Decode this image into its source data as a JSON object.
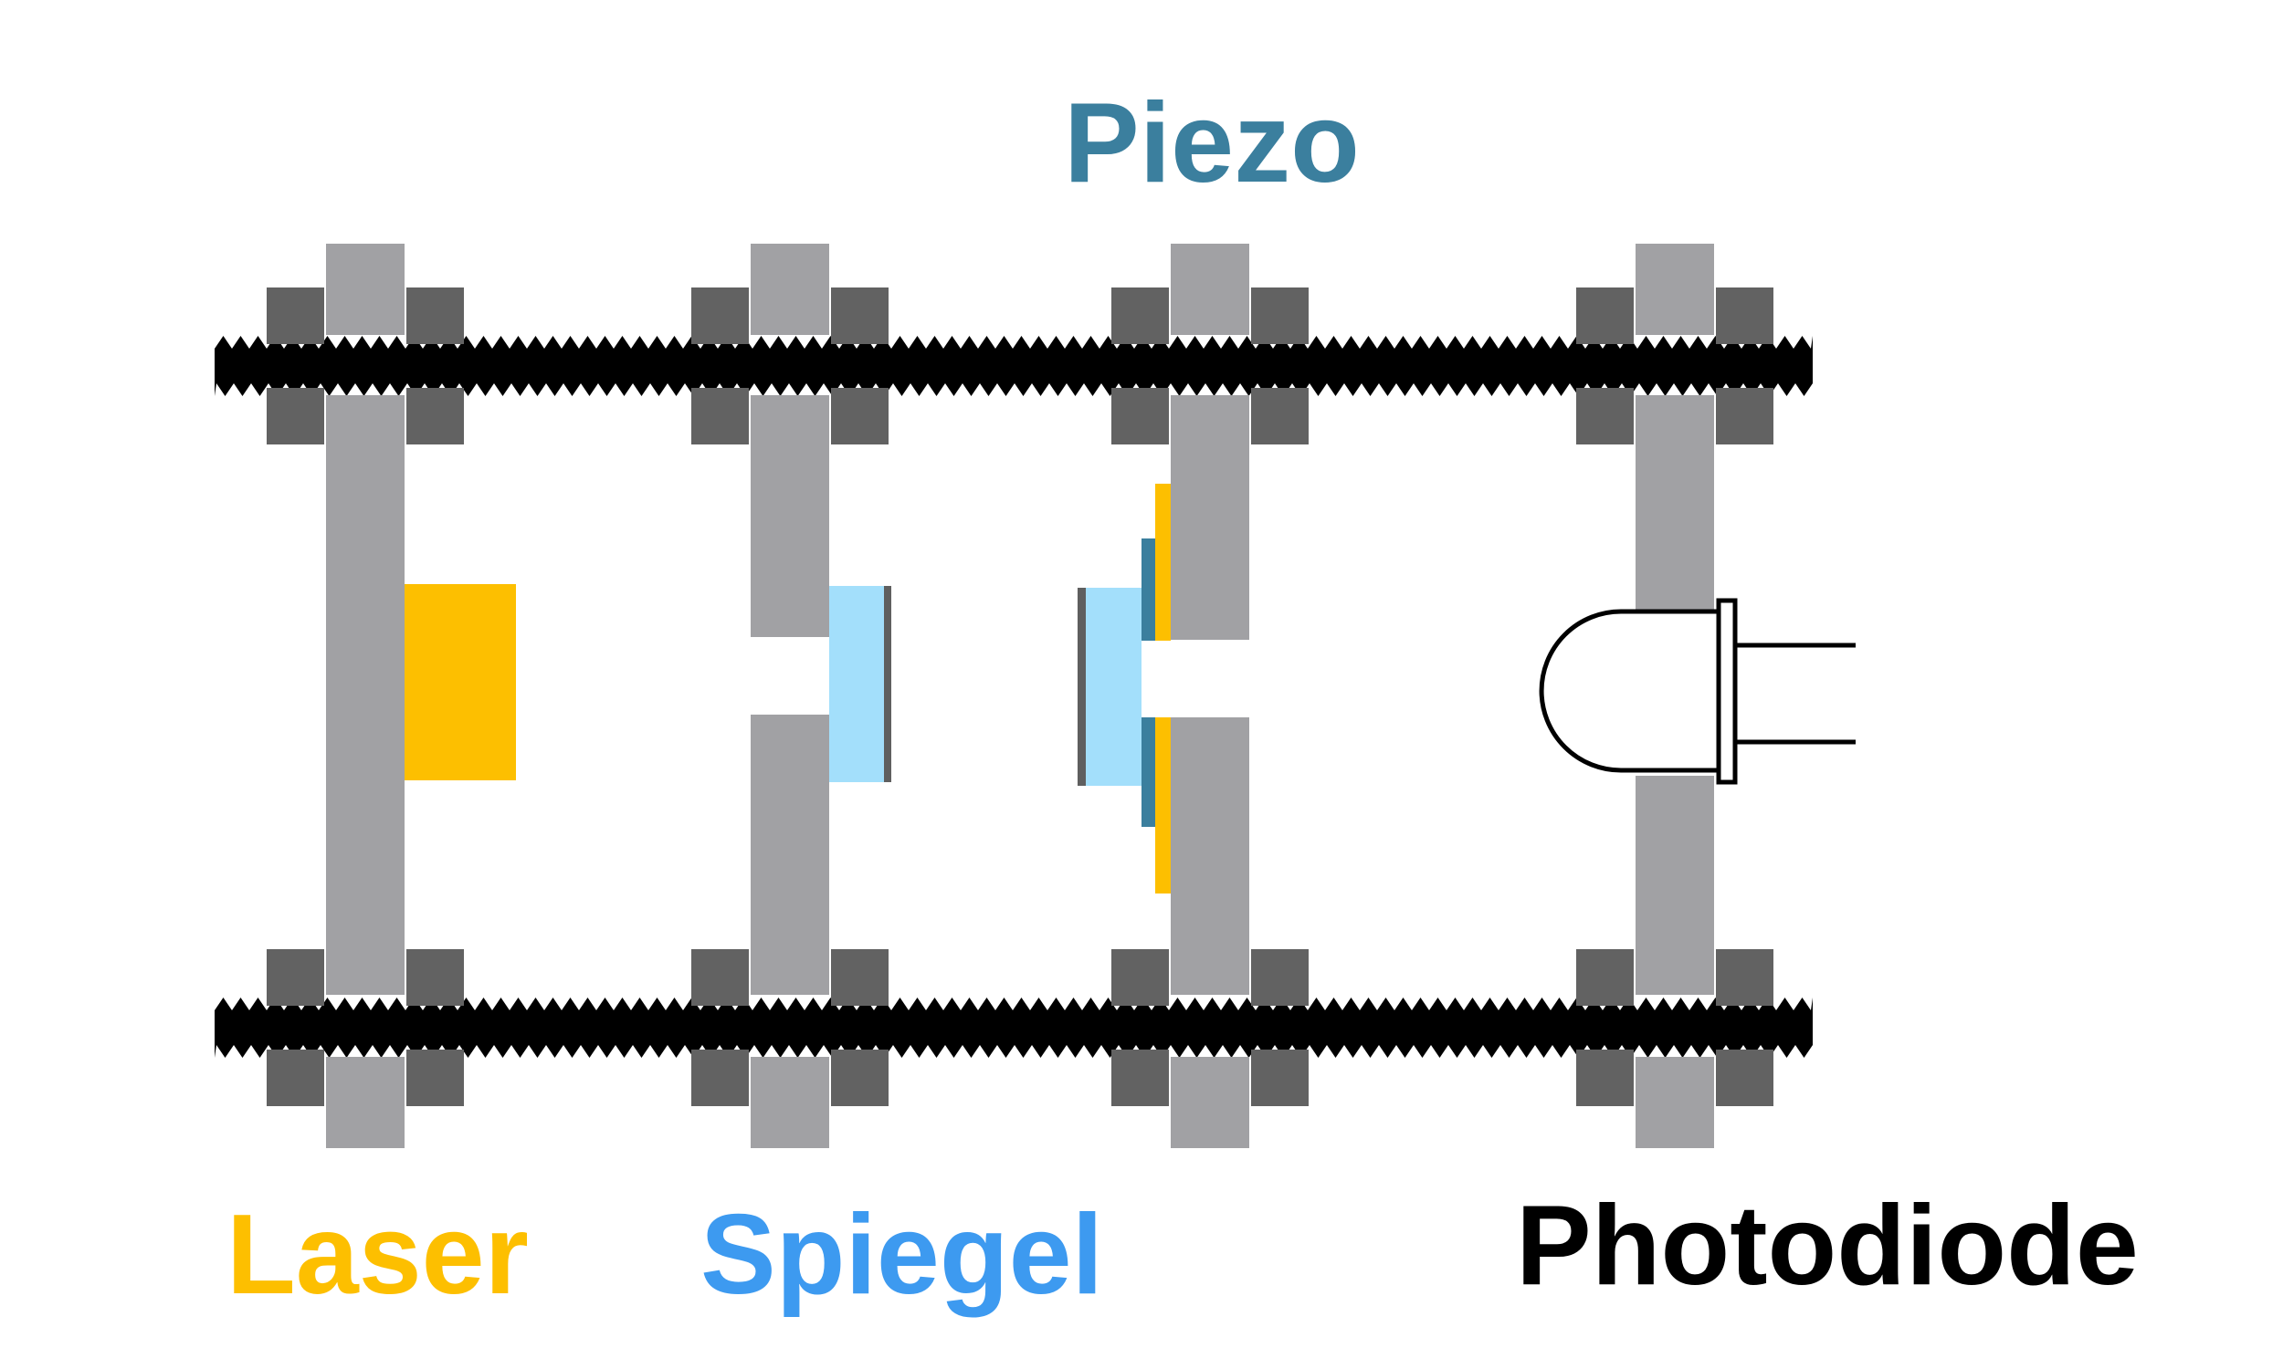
{
  "labels": {
    "piezo": "Piezo",
    "laser": "Laser",
    "spiegel": "Spiegel",
    "photodiode": "Photodiode"
  },
  "colors": {
    "piezo": "#3b7f9e",
    "laser": "#fdbf00",
    "spiegel": "#3d9af0",
    "photodiode": "#000000",
    "mount": "#a1a1a4",
    "nut": "#626262",
    "mirror_glass": "#a3dffb",
    "rod": "#000000"
  }
}
